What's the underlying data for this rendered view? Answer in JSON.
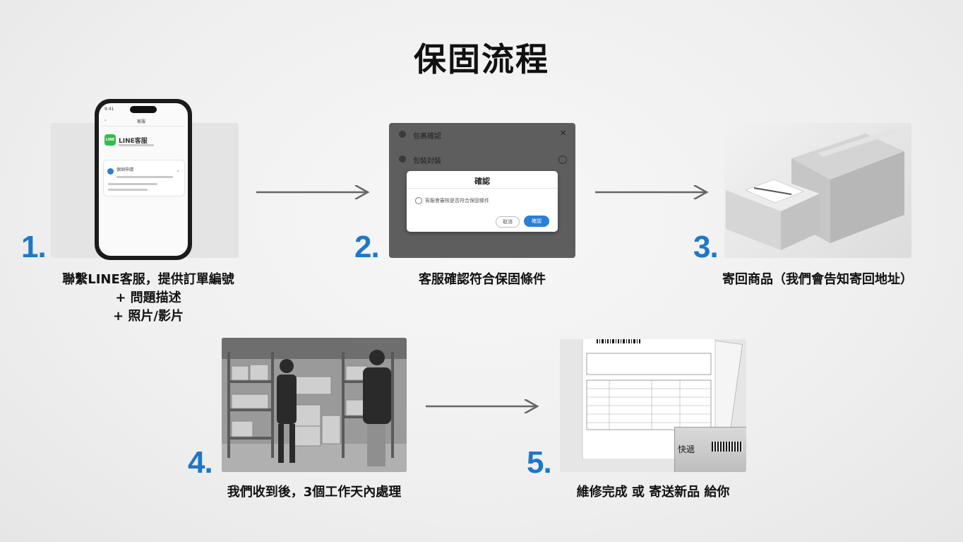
{
  "title": "保固流程",
  "steps": [
    {
      "number": "1.",
      "lines": [
        "聯繫LINE客服，提供訂單編號",
        "+ 問題描述",
        "+ 照片/影片"
      ]
    },
    {
      "number": "2.",
      "lines": [
        "客服確認符合保固條件"
      ]
    },
    {
      "number": "3.",
      "lines": [
        "寄回商品（我們會告知寄回地址）"
      ]
    },
    {
      "number": "4.",
      "lines": [
        "我們收到後，3個工作天內處理"
      ]
    },
    {
      "number": "5.",
      "lines": [
        "維修完成 或 寄送新品 給你"
      ]
    }
  ],
  "phone": {
    "time": "9:41",
    "header": "客服",
    "chat_name": "LINE客服",
    "badge": "LINE",
    "item_title": "保固申請"
  },
  "dialog": {
    "row1": "包裹確認",
    "row2": "包裝封裝",
    "title": "確認",
    "message": "客服會審核是否符合保固條件",
    "cancel": "取消",
    "confirm": "確認"
  },
  "parcel": {
    "label": "快遞"
  },
  "colors": {
    "accent": "#1f77c8",
    "arrow": "#666666"
  }
}
